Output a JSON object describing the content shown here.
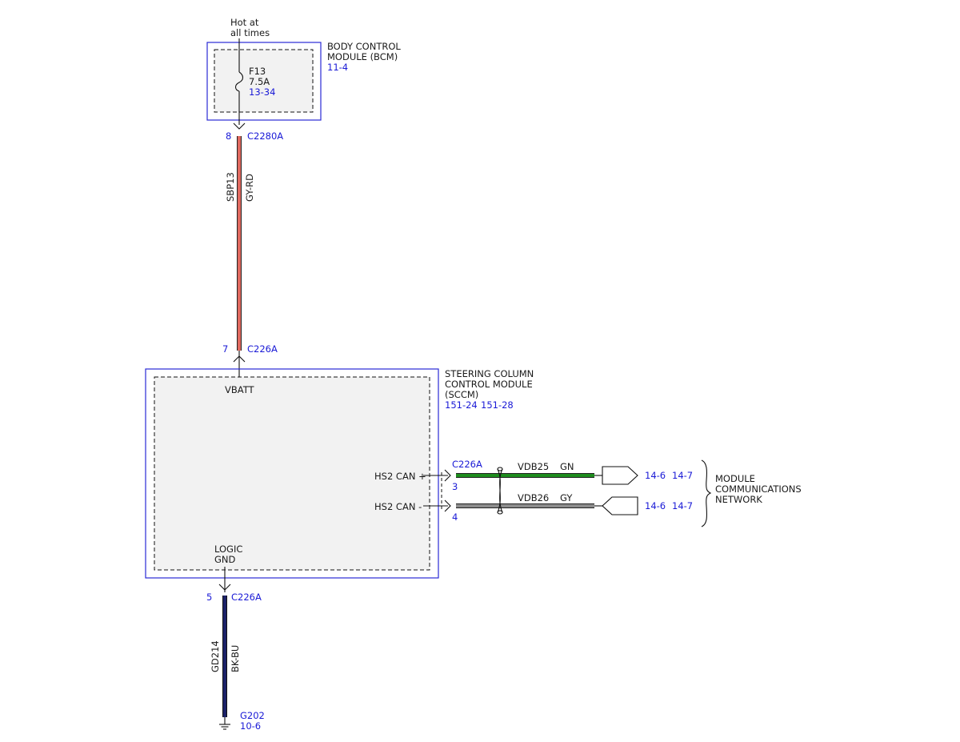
{
  "bcm": {
    "supply_line1": "Hot at",
    "supply_line2": "all times",
    "name_line1": "BODY CONTROL",
    "name_line2": "MODULE (BCM)",
    "ref": "11-4",
    "fuse_name": "F13",
    "fuse_rating": "7.5A",
    "fuse_ref": "13-34",
    "pin": "8",
    "connector": "C2280A"
  },
  "power_wire": {
    "circuit": "SBP13",
    "color_code": "GY-RD",
    "color_hex": "#e0695f"
  },
  "sccm": {
    "name_line1": "STEERING COLUMN",
    "name_line2": "CONTROL MODULE",
    "name_line3": "(SCCM)",
    "ref1": "151-24",
    "ref2": "151-28",
    "vbatt_pin": "7",
    "vbatt_connector": "C226A",
    "vbatt_label": "VBATT",
    "hs2_plus_label": "HS2 CAN +",
    "hs2_minus_label": "HS2 CAN -",
    "can_connector": "C226A",
    "hs2_plus_pin": "3",
    "hs2_minus_pin": "4",
    "gnd_label_line1": "LOGIC",
    "gnd_label_line2": "GND",
    "gnd_pin": "5",
    "gnd_connector": "C226A"
  },
  "can_high": {
    "circuit": "VDB25",
    "color_code": "GN",
    "color_hex": "#1e8c1e",
    "ref1": "14-6",
    "ref2": "14-7"
  },
  "can_low": {
    "circuit": "VDB26",
    "color_code": "GY",
    "color_hex": "#8c8c8c",
    "ref1": "14-6",
    "ref2": "14-7"
  },
  "network": {
    "line1": "MODULE",
    "line2": "COMMUNICATIONS",
    "line3": "NETWORK"
  },
  "ground_wire": {
    "circuit": "GD214",
    "color_code": "BK-BU",
    "color_hex": "#1c2268",
    "ground_id": "G202",
    "ground_ref": "10-6"
  }
}
